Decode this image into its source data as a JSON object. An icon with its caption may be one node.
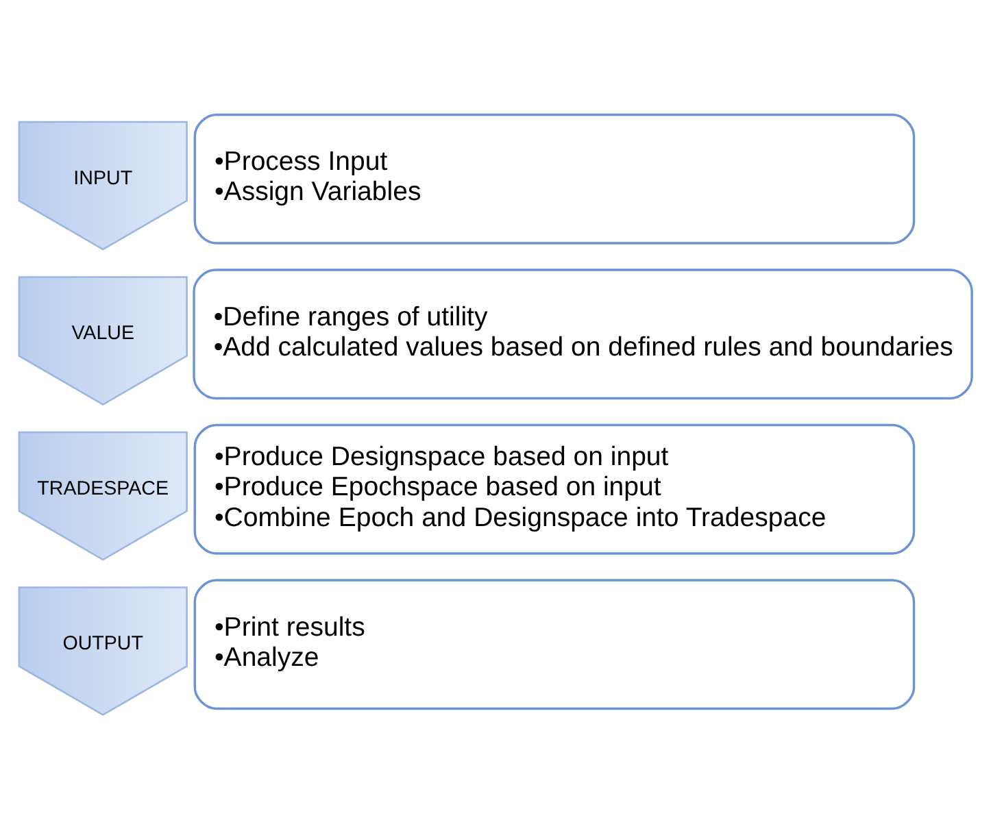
{
  "diagram": {
    "nodes": [
      {
        "text": [
          "INPUT"
        ]
      },
      {
        "text": [
          "•Process Input",
          "•Assign Variables"
        ]
      },
      {
        "text": [
          "VALUE"
        ]
      },
      {
        "text": [
          "•Define ranges of utility",
          "•Add calculated values based on defined rules and boundaries"
        ]
      },
      {
        "text": [
          "TRADESPACE"
        ]
      },
      {
        "text": [
          "•Produce Designspace based on input",
          "•Produce Epochspace based on input",
          "•Combine Epoch and Designspace into Tradespace"
        ]
      },
      {
        "text": [
          "OUTPUT"
        ]
      },
      {
        "text": [
          "•Print results",
          "•Analyze"
        ]
      }
    ]
  }
}
